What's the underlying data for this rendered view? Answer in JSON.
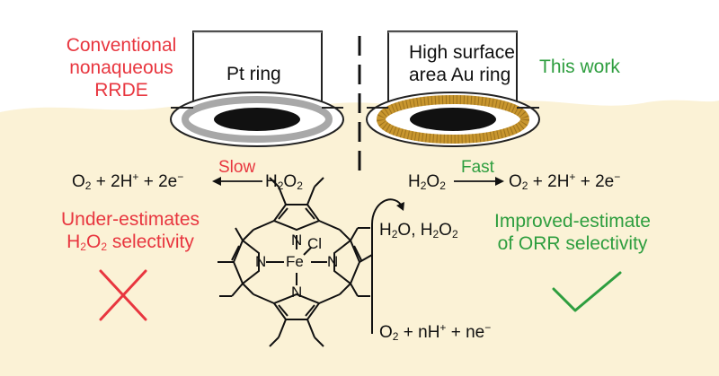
{
  "left_panel": {
    "title_lines": [
      "Conventional",
      "nonaqueous",
      "RRDE"
    ],
    "electrode_label": "Pt ring",
    "reaction": {
      "product_side": [
        "O",
        "2",
        " + 2H",
        "+",
        " + 2e",
        "−"
      ],
      "rate_label": "Slow",
      "reactant": [
        "H",
        "2",
        "O",
        "2"
      ]
    },
    "verdict_lines": [
      "Under-estimates",
      "H",
      "2",
      "O",
      "2",
      " selectivity"
    ]
  },
  "right_panel": {
    "title_lines": [
      "This work"
    ],
    "electrode_label_lines": [
      "High surface",
      "area Au ring"
    ],
    "reaction": {
      "reactant": [
        "H",
        "2",
        "O",
        "2"
      ],
      "rate_label": "Fast",
      "product_side": [
        "O",
        "2",
        " + 2H",
        "+",
        " + 2e",
        "−"
      ]
    },
    "verdict_lines": [
      "Improved-estimate",
      "of ORR selectivity"
    ]
  },
  "center": {
    "disk_products": [
      "H",
      "2",
      "O, H",
      "2",
      "O",
      "2"
    ],
    "disk_reaction": [
      "O",
      "2",
      " + nH",
      "+",
      " + ne",
      "−"
    ]
  },
  "catalyst_atoms": {
    "metal": "Fe",
    "axial_ligand": "Cl",
    "n_labels": [
      "N",
      "N",
      "N",
      "N"
    ]
  },
  "colors": {
    "conventional": "#e8363f",
    "this_work": "#2e9e3f",
    "electrolyte": "#fbf2d6",
    "au_ring": "#c8962e",
    "pt_ring": "#a8a8a8"
  },
  "icons": [
    "cross-mark-icon",
    "check-mark-icon",
    "curved-arrow-icon",
    "reaction-arrow-icon"
  ]
}
